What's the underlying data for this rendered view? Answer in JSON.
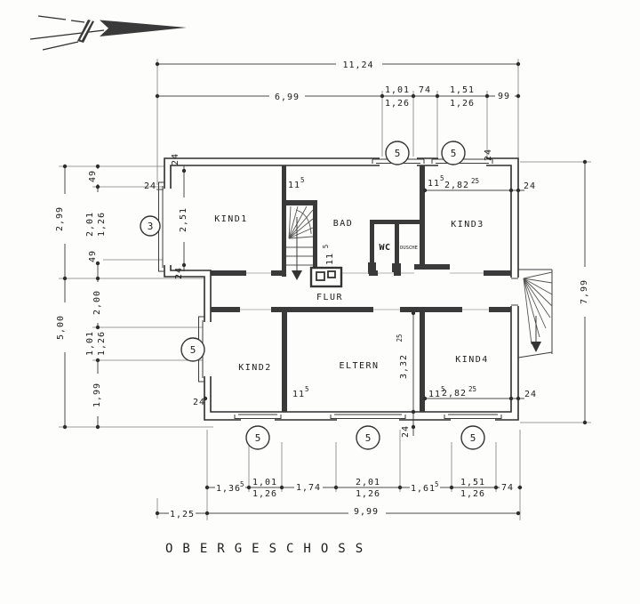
{
  "title": "OBERGESCHOSS",
  "rooms": {
    "kind1": "KIND1",
    "bad": "BAD",
    "kind3": "KIND3",
    "wc": "WC",
    "dusche": "DUSCHE",
    "flur": "FLUR",
    "kind2": "KIND2",
    "eltern": "ELTERN",
    "kind4": "KIND4"
  },
  "markers": {
    "window_type_5": "5",
    "window_type_3": "3"
  },
  "dims": {
    "top_total": "11,24",
    "top": {
      "seg1": "6,99",
      "w1a": "1,01",
      "w1b": "1,26",
      "seg2": "74",
      "w2a": "1,51",
      "w2b": "1,26",
      "seg3": "99"
    },
    "left_outer": {
      "a": "2,99",
      "b": "5,00"
    },
    "left_inner": {
      "a": "49",
      "b1": "2,01",
      "b2": "1,26",
      "c": "49",
      "d": "2,00",
      "e1": "1,01",
      "e2": "1,26",
      "f": "1,99"
    },
    "right": {
      "total": "7,99"
    },
    "bottom": {
      "b1": {
        "main": "1,36",
        "sup": "5"
      },
      "b2a": "1,01",
      "b2b": "1,26",
      "b3": "1,74",
      "b4a": "2,01",
      "b4b": "1,26",
      "b5": {
        "main": "1,61",
        "sup": "5"
      },
      "b6a": "1,51",
      "b6b": "1,26",
      "b7": "74",
      "total_left": "1,25",
      "total": "9,99"
    },
    "walls": {
      "t115": {
        "main": "11",
        "sup": "5"
      },
      "t282": {
        "main": "2,82",
        "sup": "25"
      },
      "t332": {
        "main": "3,32",
        "sup": "25"
      },
      "t251": "2,51",
      "t24": "24"
    }
  }
}
